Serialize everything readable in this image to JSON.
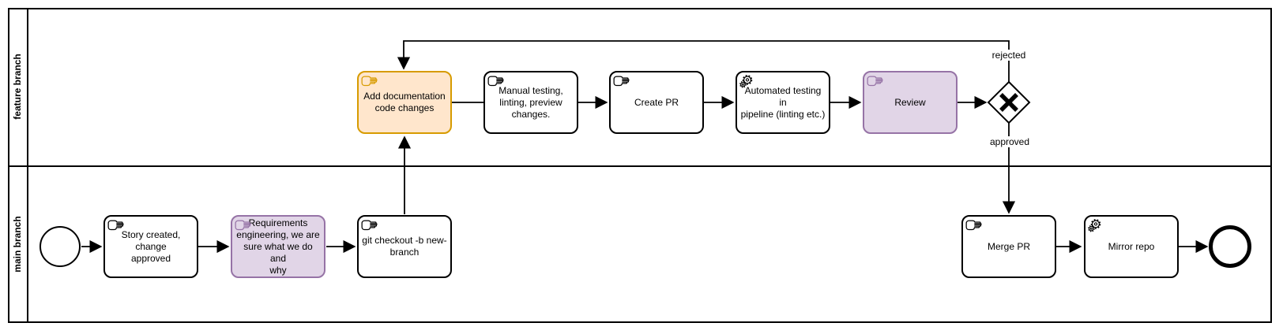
{
  "diagram": {
    "type": "bpmn-swimlane",
    "pool": {
      "lanes": [
        {
          "label": "feature branch"
        },
        {
          "label": "main branch"
        }
      ]
    },
    "tasks": [
      {
        "id": "add-documentation",
        "label": "Add documentation\ncode changes",
        "type": "manual",
        "style": "orange",
        "lane": "feature branch"
      },
      {
        "id": "manual-testing",
        "label": "Manual testing,\nlinting, preview\nchanges.",
        "type": "manual",
        "style": "white",
        "lane": "feature branch"
      },
      {
        "id": "create-pr",
        "label": "Create PR",
        "type": "manual",
        "style": "white",
        "lane": "feature branch"
      },
      {
        "id": "automated-testing",
        "label": "Automated testing in\npipeline (linting etc.)",
        "type": "service",
        "style": "white",
        "lane": "feature branch"
      },
      {
        "id": "review",
        "label": "Review",
        "type": "manual",
        "style": "purple",
        "lane": "feature branch"
      },
      {
        "id": "story-created",
        "label": "Story created, change\napproved",
        "type": "manual",
        "style": "white",
        "lane": "main branch"
      },
      {
        "id": "requirements",
        "label": "Requirements\nengineering, we are\nsure what we do and\nwhy",
        "type": "manual",
        "style": "purple",
        "lane": "main branch"
      },
      {
        "id": "git-checkout",
        "label": "git checkout -b new-\nbranch",
        "type": "manual",
        "style": "white",
        "lane": "main branch"
      },
      {
        "id": "merge-pr",
        "label": "Merge PR",
        "type": "manual",
        "style": "white",
        "lane": "main branch"
      },
      {
        "id": "mirror-repo",
        "label": "Mirror repo",
        "type": "service",
        "style": "white",
        "lane": "main branch"
      }
    ],
    "gateway": {
      "type": "exclusive-x",
      "lane": "feature branch"
    },
    "events": {
      "start": "start-event",
      "end": "end-event"
    },
    "edge_labels": {
      "rejected": "rejected",
      "approved": "approved"
    },
    "colors": {
      "task_orange_fill": "#ffe6cc",
      "task_orange_stroke": "#d79b00",
      "task_purple_fill": "#e1d5e7",
      "task_purple_stroke": "#9673a6",
      "task_white_fill": "#ffffff",
      "default_stroke": "#000000",
      "background": "#ffffff"
    }
  }
}
